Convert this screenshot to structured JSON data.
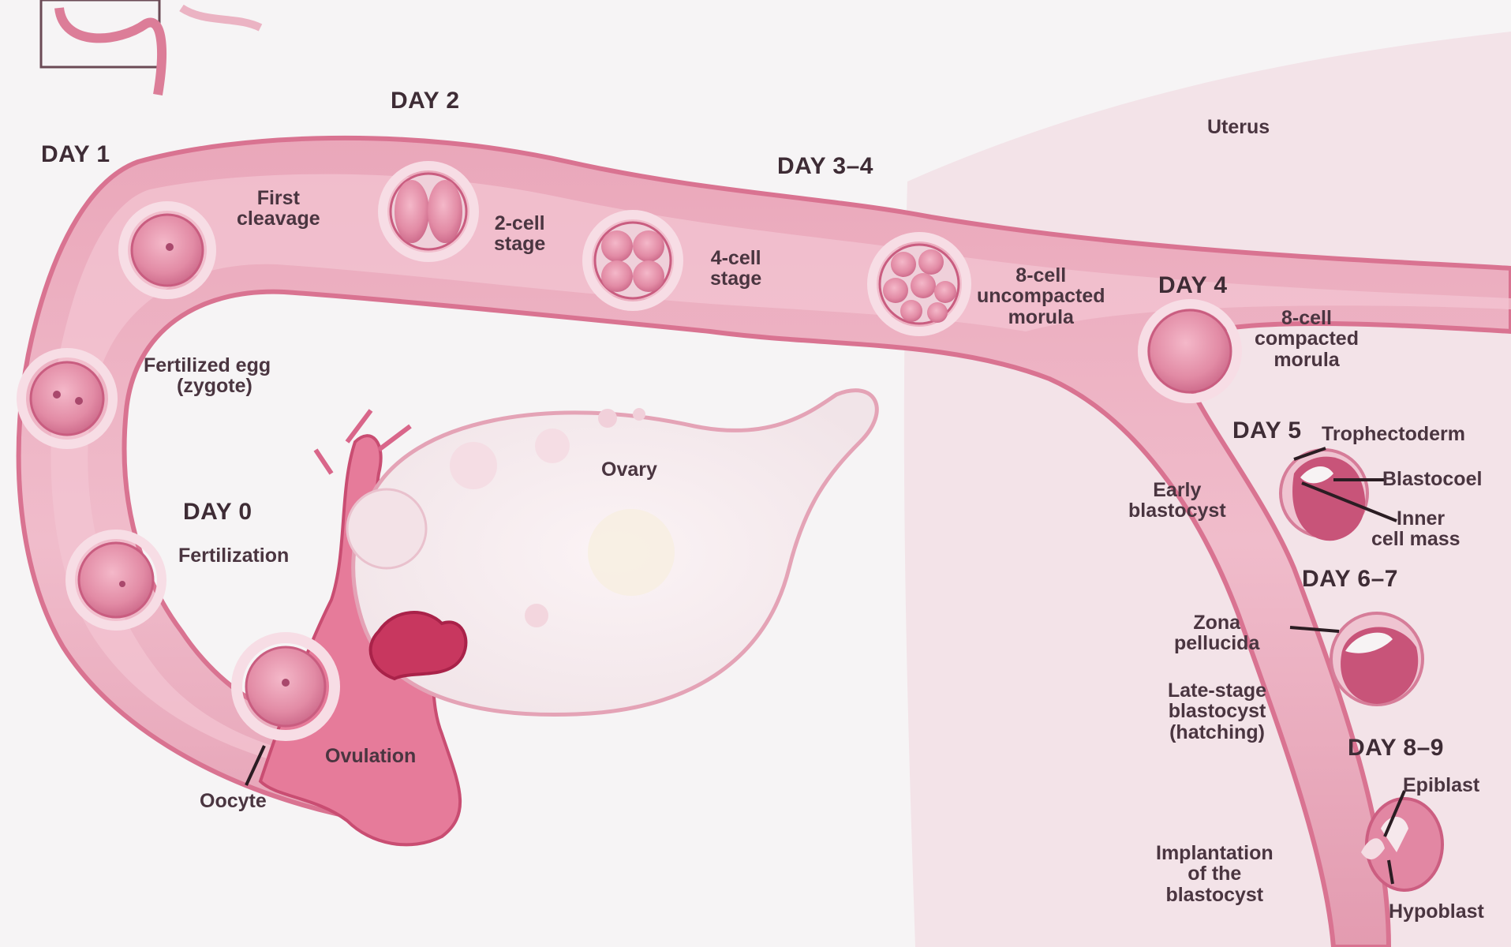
{
  "diagram": {
    "days": {
      "day0": "DAY 0",
      "day1": "DAY 1",
      "day2": "DAY 2",
      "day3_4": "DAY 3–4",
      "day4": "DAY 4",
      "day5": "DAY 5",
      "day6_7": "DAY 6–7",
      "day8_9": "DAY 8–9"
    },
    "labels": {
      "uterus": "Uterus",
      "ovary": "Ovary",
      "oocyte": "Oocyte",
      "ovulation": "Ovulation",
      "fertilization": "Fertilization",
      "fertilized_egg_1": "Fertilized egg",
      "fertilized_egg_2": "(zygote)",
      "first_cleavage_1": "First",
      "first_cleavage_2": "cleavage",
      "two_cell_1": "2-cell",
      "two_cell_2": "stage",
      "four_cell_1": "4-cell",
      "four_cell_2": "stage",
      "eight_uncompacted_1": "8-cell",
      "eight_uncompacted_2": "uncompacted",
      "eight_uncompacted_3": "morula",
      "eight_compacted_1": "8-cell",
      "eight_compacted_2": "compacted",
      "eight_compacted_3": "morula",
      "trophectoderm": "Trophectoderm",
      "blastocoel": "Blastocoel",
      "inner_cell_mass_1": "Inner",
      "inner_cell_mass_2": "cell mass",
      "early_blastocyst_1": "Early",
      "early_blastocyst_2": "blastocyst",
      "zona_1": "Zona",
      "zona_2": "pellucida",
      "late_blastocyst_1": "Late-stage",
      "late_blastocyst_2": "blastocyst",
      "late_blastocyst_3": "(hatching)",
      "epiblast": "Epiblast",
      "hypoblast": "Hypoblast",
      "implantation_1": "Implantation",
      "implantation_2": "of the",
      "implantation_3": "blastocyst"
    },
    "colors": {
      "tube": "#e8a0b4",
      "tube_dark": "#d46a8a",
      "cell": "#e07c9c",
      "background": "#f6f4f5",
      "uterus_wall": "#f2d4dc"
    }
  }
}
